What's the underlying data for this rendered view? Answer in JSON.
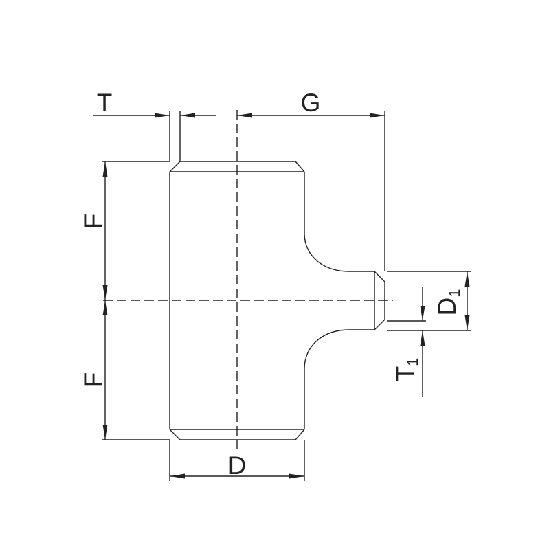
{
  "labels": {
    "t": "T",
    "g": "G",
    "f_upper": "F",
    "f_lower": "F",
    "d": "D",
    "d1_main": "D",
    "d1_sub": "1",
    "t1_main": "T",
    "t1_sub": "1"
  },
  "colors": {
    "line": "#222222",
    "background": "#ffffff"
  }
}
